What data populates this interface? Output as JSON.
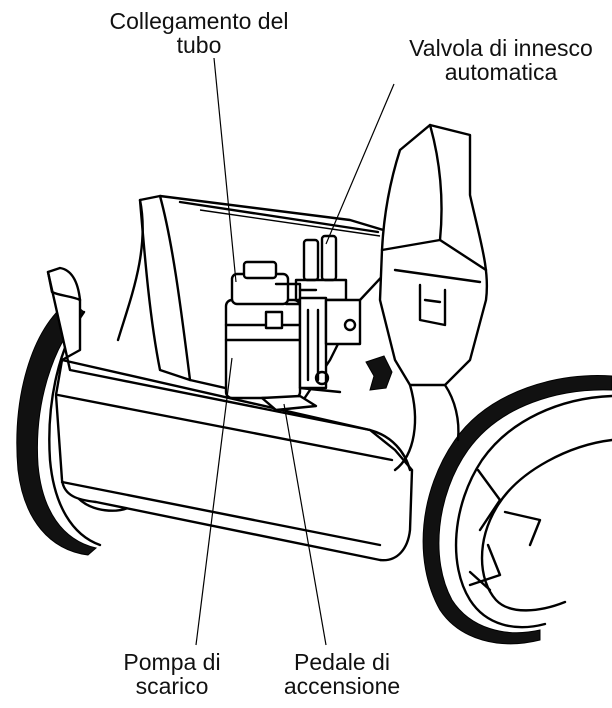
{
  "labels": {
    "hose_connection": {
      "line1": "Collegamento del",
      "line2": "tubo"
    },
    "priming_valve": {
      "line1": "Valvola di innesco",
      "line2": "automatica"
    },
    "drain_pump": {
      "line1": "Pompa di",
      "line2": "scarico"
    },
    "power_pedal": {
      "line1": "Pedale di",
      "line2": "accensione"
    }
  },
  "colors": {
    "line": "#000000",
    "background": "#ffffff"
  }
}
